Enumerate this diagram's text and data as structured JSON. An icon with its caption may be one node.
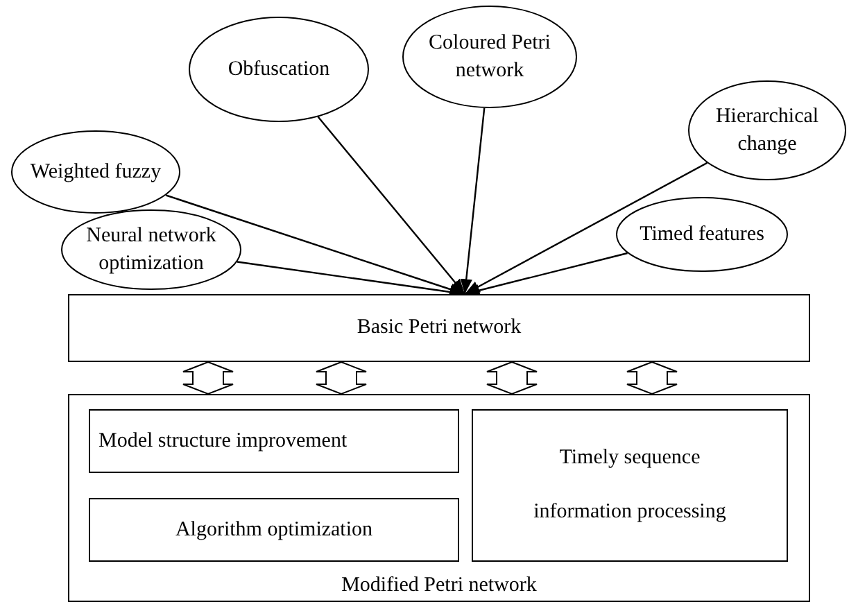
{
  "diagram": {
    "nodes": [
      {
        "text": [
          "Weighted fuzzy"
        ]
      },
      {
        "text": [
          "Neural network optimization"
        ]
      },
      {
        "text": [
          "Obfuscation"
        ]
      },
      {
        "text": [
          "Coloured Petri network"
        ]
      },
      {
        "text": [
          "Hierarchical change"
        ]
      },
      {
        "text": [
          "Timed features"
        ]
      },
      {
        "text": [
          "Basic Petri network"
        ]
      },
      {
        "text": [
          "Modified Petri network"
        ]
      },
      {
        "text": [
          "Model structure improvement"
        ],
        "in": 7
      },
      {
        "text": [
          "Algorithm optimization"
        ],
        "in": 7
      },
      {
        "text": [
          "Timely sequence information processing"
        ],
        "in": 7
      }
    ],
    "edges": [
      {
        "from": 0,
        "to": 6,
        "arrow": "to"
      },
      {
        "from": 1,
        "to": 6,
        "arrow": "to"
      },
      {
        "from": 2,
        "to": 6,
        "arrow": "to"
      },
      {
        "from": 3,
        "to": 6,
        "arrow": "to"
      },
      {
        "from": 4,
        "to": 6,
        "arrow": "to"
      },
      {
        "from": 5,
        "to": 6,
        "arrow": "to"
      },
      {
        "from": 6,
        "to": 7,
        "arrow": "both",
        "style": "thick"
      },
      {
        "from": 6,
        "to": 7,
        "arrow": "both",
        "style": "thick"
      },
      {
        "from": 6,
        "to": 7,
        "arrow": "both",
        "style": "thick"
      },
      {
        "from": 6,
        "to": 7,
        "arrow": "both",
        "style": "thick"
      }
    ]
  }
}
